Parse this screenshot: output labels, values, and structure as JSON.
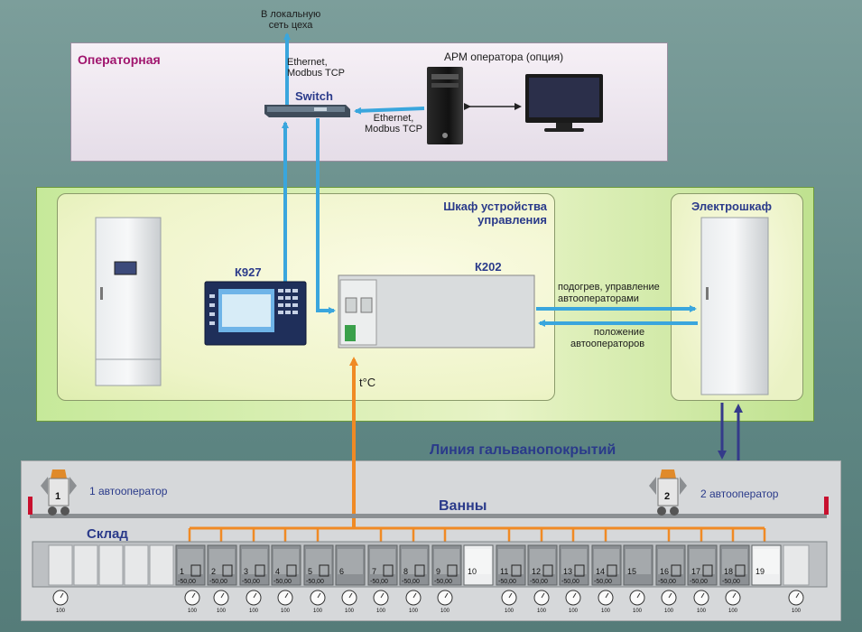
{
  "network_label": "В локальную\nсеть цеха",
  "operator_room": {
    "title": "Операторная",
    "switch_label": "Switch",
    "eth_label_1": "Ethernet,\nModbus TCP",
    "eth_label_2": "Ethernet,\nModbus TCP",
    "arm_label": "АРМ оператора (опция)"
  },
  "cabinet": {
    "title": "Шкаф устройства\nуправления",
    "k927": "К927",
    "k202": "К202"
  },
  "signals": {
    "heating_label": "подогрев, управление\nавтооператорами",
    "position_label": "положение\nавтооператоров",
    "temp_label": "t°C"
  },
  "electro": {
    "title": "Электрошкаф"
  },
  "line": {
    "title": "Линия гальванопокрытий",
    "baths_label": "Ванны",
    "storage_label": "Склад",
    "operator1_label": "1 автооператор",
    "operator2_label": "2 автооператор",
    "operator1_number": "1",
    "operator2_number": "2",
    "bath_value": "-50,00",
    "gauge_value": "100",
    "baths": [
      {
        "n": "1",
        "val": "-50,00"
      },
      {
        "n": "2",
        "val": "-50,00"
      },
      {
        "n": "3",
        "val": "-50,00"
      },
      {
        "n": "4",
        "val": "-50,00"
      },
      {
        "n": "5",
        "val": "-50,00"
      },
      {
        "n": "6",
        "val": ""
      },
      {
        "n": "7",
        "val": "-50,00"
      },
      {
        "n": "8",
        "val": "-50,00"
      },
      {
        "n": "9",
        "val": "-50,00"
      },
      {
        "n": "10",
        "val": ""
      },
      {
        "n": "11",
        "val": "-50,00"
      },
      {
        "n": "12",
        "val": "-50,00"
      },
      {
        "n": "13",
        "val": "-50,00"
      },
      {
        "n": "14",
        "val": "-50,00"
      },
      {
        "n": "15",
        "val": ""
      },
      {
        "n": "16",
        "val": "-50,00"
      },
      {
        "n": "17",
        "val": "-50,00"
      },
      {
        "n": "18",
        "val": "-50,00"
      },
      {
        "n": "19",
        "val": ""
      }
    ]
  },
  "colors": {
    "ethernet": "#3aa6dd",
    "signal": "#3aa6dd",
    "temperature": "#f08a24",
    "power": "#343a8a"
  }
}
